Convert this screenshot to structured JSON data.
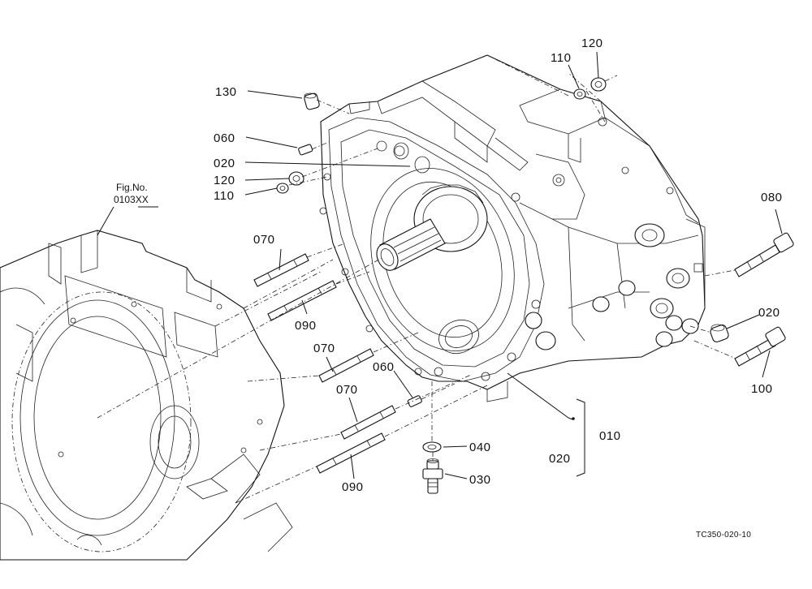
{
  "figure_reference": {
    "line1": "Fig.No.",
    "line2": "0103XX"
  },
  "part_labels": {
    "p130": "130",
    "p060a": "060",
    "p020a": "020",
    "p120a": "120",
    "p110a": "110",
    "p110b": "110",
    "p120b": "120",
    "p070a": "070",
    "p090a": "090",
    "p070b": "070",
    "p060b": "060",
    "p070c": "070",
    "p090b": "090",
    "p080": "080",
    "p020b": "020",
    "p100": "100",
    "p010": "010",
    "p020c": "020",
    "p040": "040",
    "p030": "030"
  },
  "drawing_code": "TC350-020-10"
}
